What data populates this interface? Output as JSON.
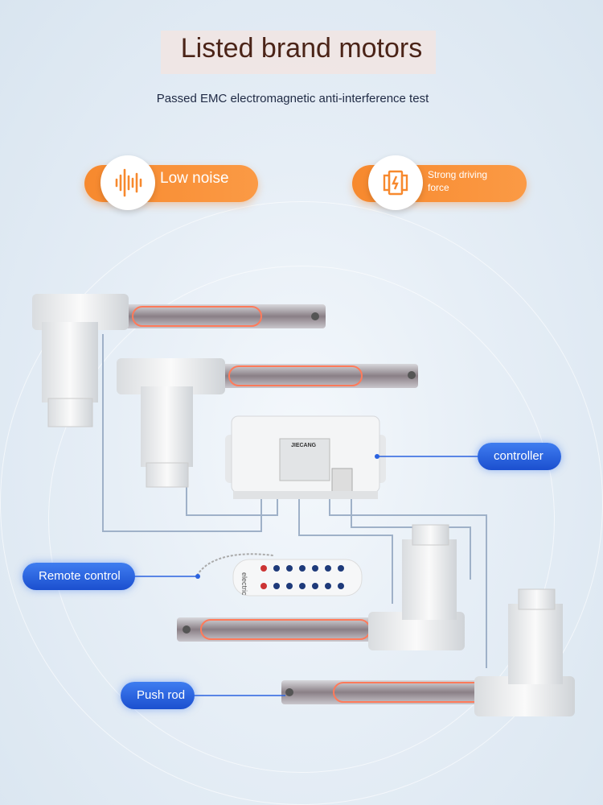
{
  "title": "Listed brand motors",
  "subtitle": "Passed EMC electromagnetic anti-interference test",
  "features": [
    {
      "label": "Low noise",
      "icon": "sound-wave-icon"
    },
    {
      "label_line1": "Strong driving",
      "label_line2": "force",
      "icon": "battery-power-icon"
    }
  ],
  "callouts": {
    "controller": "controller",
    "remote": "Remote control",
    "push_rod": "Push rod"
  },
  "controller_brand": "JIECANG",
  "remote_brand": "electric",
  "colors": {
    "orange": "#f7892e",
    "blue": "#2a62e0",
    "title": "#4b2418"
  }
}
